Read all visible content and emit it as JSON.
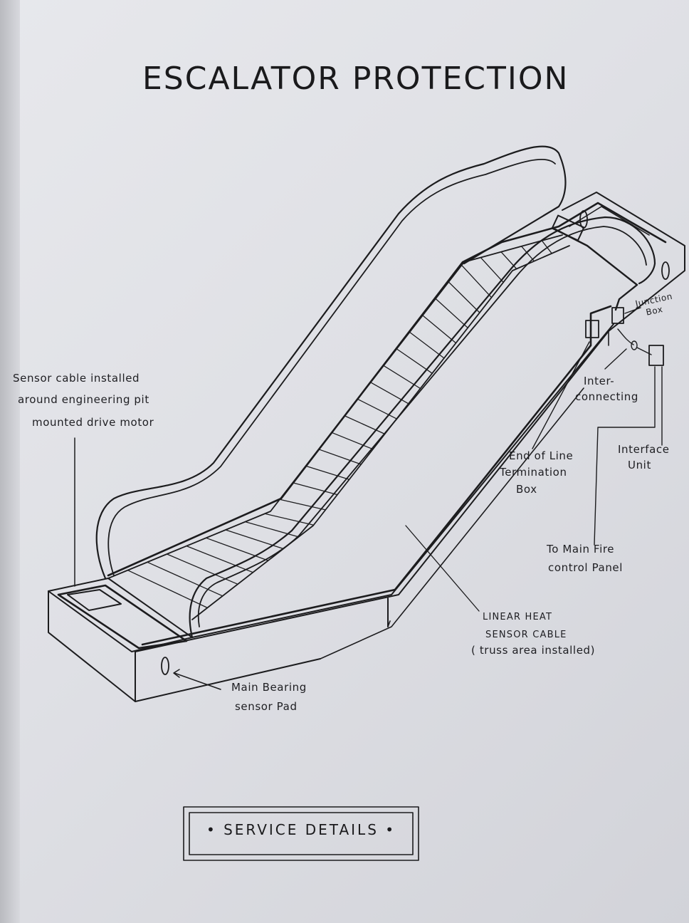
{
  "title": "ESCALATOR PROTECTION",
  "labels": {
    "sensor_cable_pit": [
      "Sensor cable installed",
      "around engineering pit",
      "mounted drive motor"
    ],
    "junction_box": [
      "Junction",
      "Box"
    ],
    "interconnecting": [
      "Inter-",
      "connecting"
    ],
    "end_of_line": [
      "End of Line",
      "Termination",
      "Box"
    ],
    "interface_unit": [
      "Interface",
      "Unit"
    ],
    "fire_panel": [
      "To Main Fire",
      "control Panel"
    ],
    "linear_heat": [
      "LINEAR HEAT",
      "SENSOR CABLE",
      "( truss area installed)"
    ],
    "bearing_pad": [
      "Main Bearing",
      "sensor Pad"
    ]
  },
  "footer": "• SERVICE DETAILS •"
}
